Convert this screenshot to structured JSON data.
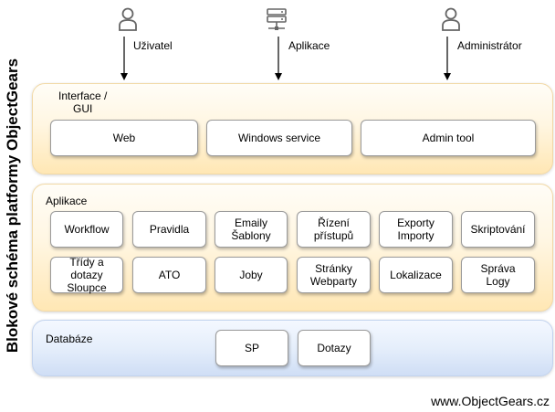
{
  "title": "Blokové schéma platformy ObjectGears",
  "actors": [
    {
      "label": "Uživatel",
      "icon": "user-icon"
    },
    {
      "label": "Aplikace",
      "icon": "server-icon"
    },
    {
      "label": "Administrátor",
      "icon": "admin-icon"
    }
  ],
  "layers": {
    "interface": {
      "label": "Interface /\nGUI",
      "boxes": [
        "Web",
        "Windows service",
        "Admin tool"
      ]
    },
    "application": {
      "label": "Aplikace",
      "boxes": [
        "Workflow",
        "Pravidla",
        "Emaily\nŠablony",
        "Řízení\npřístupů",
        "Exporty\nImporty",
        "Skriptování",
        "Třídy a\ndotazy\nSloupce",
        "ATO",
        "Joby",
        "Stránky\nWebparty",
        "Lokalizace",
        "Správa\nLogy"
      ]
    },
    "database": {
      "label": "Databáze",
      "boxes": [
        "SP",
        "Dotazy"
      ]
    }
  },
  "footer": "www.ObjectGears.cz",
  "colors": {
    "orange_layer": "#ffe7b4",
    "blue_layer": "#cfdef5",
    "box_border": "#9a9a9a"
  }
}
